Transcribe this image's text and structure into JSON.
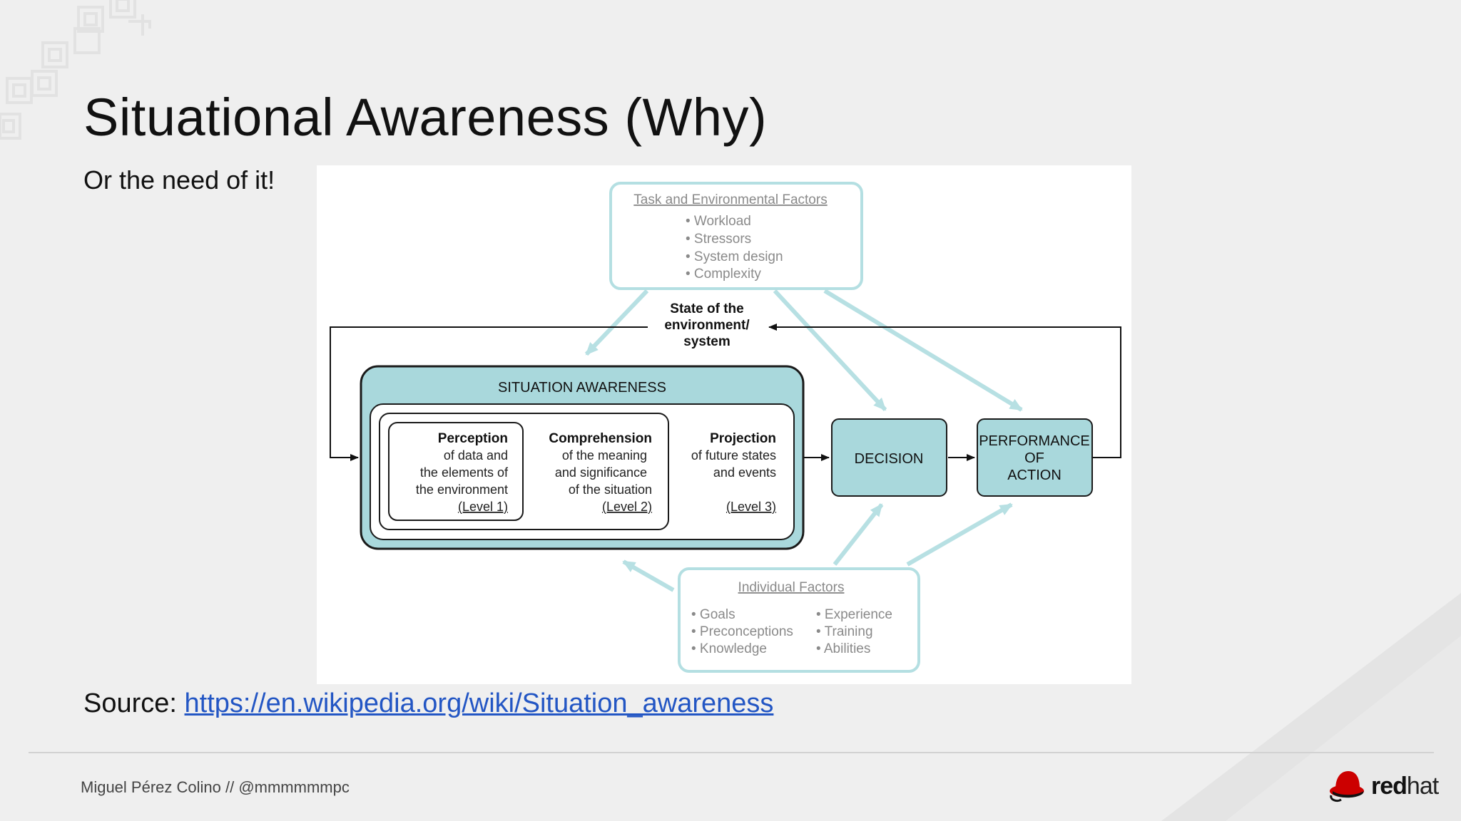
{
  "slide": {
    "title": "Situational Awareness (Why)",
    "subtitle": "Or the need of it!",
    "source_label": "Source:",
    "source_link": "https://en.wikipedia.org/wiki/Situation_awareness",
    "footer": "Miguel Pérez Colino // @mmmmmmpc",
    "logo": {
      "bold": "red",
      "light": "hat",
      "color": "#cc0000"
    }
  },
  "diagram": {
    "task_factors": {
      "title": "Task and Environmental Factors",
      "items": [
        "• Workload",
        "• Stressors",
        "• System design",
        "• Complexity"
      ]
    },
    "state": {
      "lines": [
        "State of the",
        "environment/",
        "system"
      ]
    },
    "sa": {
      "title": "SITUATION AWARENESS",
      "perception": {
        "heading": "Perception",
        "lines": [
          "of data and",
          "the elements of",
          "the environment"
        ],
        "level": "(Level 1)"
      },
      "comprehension": {
        "heading": "Comprehension",
        "lines": [
          "of the meaning",
          "and significance",
          "of the situation"
        ],
        "level": "(Level 2)"
      },
      "projection": {
        "heading": "Projection",
        "lines": [
          "of future states",
          "and events"
        ],
        "level": "(Level 3)"
      }
    },
    "decision": "DECISION",
    "performance": {
      "lines": [
        "PERFORMANCE",
        "OF",
        "ACTION"
      ]
    },
    "individual_factors": {
      "title": "Individual Factors",
      "col1": [
        "• Goals",
        "• Preconceptions",
        "• Knowledge"
      ],
      "col2": [
        "• Experience",
        "• Training",
        "• Abilities"
      ]
    },
    "colors": {
      "teal_fill": "#a9d8dc",
      "teal_stroke": "#b4dfe2",
      "text_grey": "#8a8a8a"
    }
  }
}
